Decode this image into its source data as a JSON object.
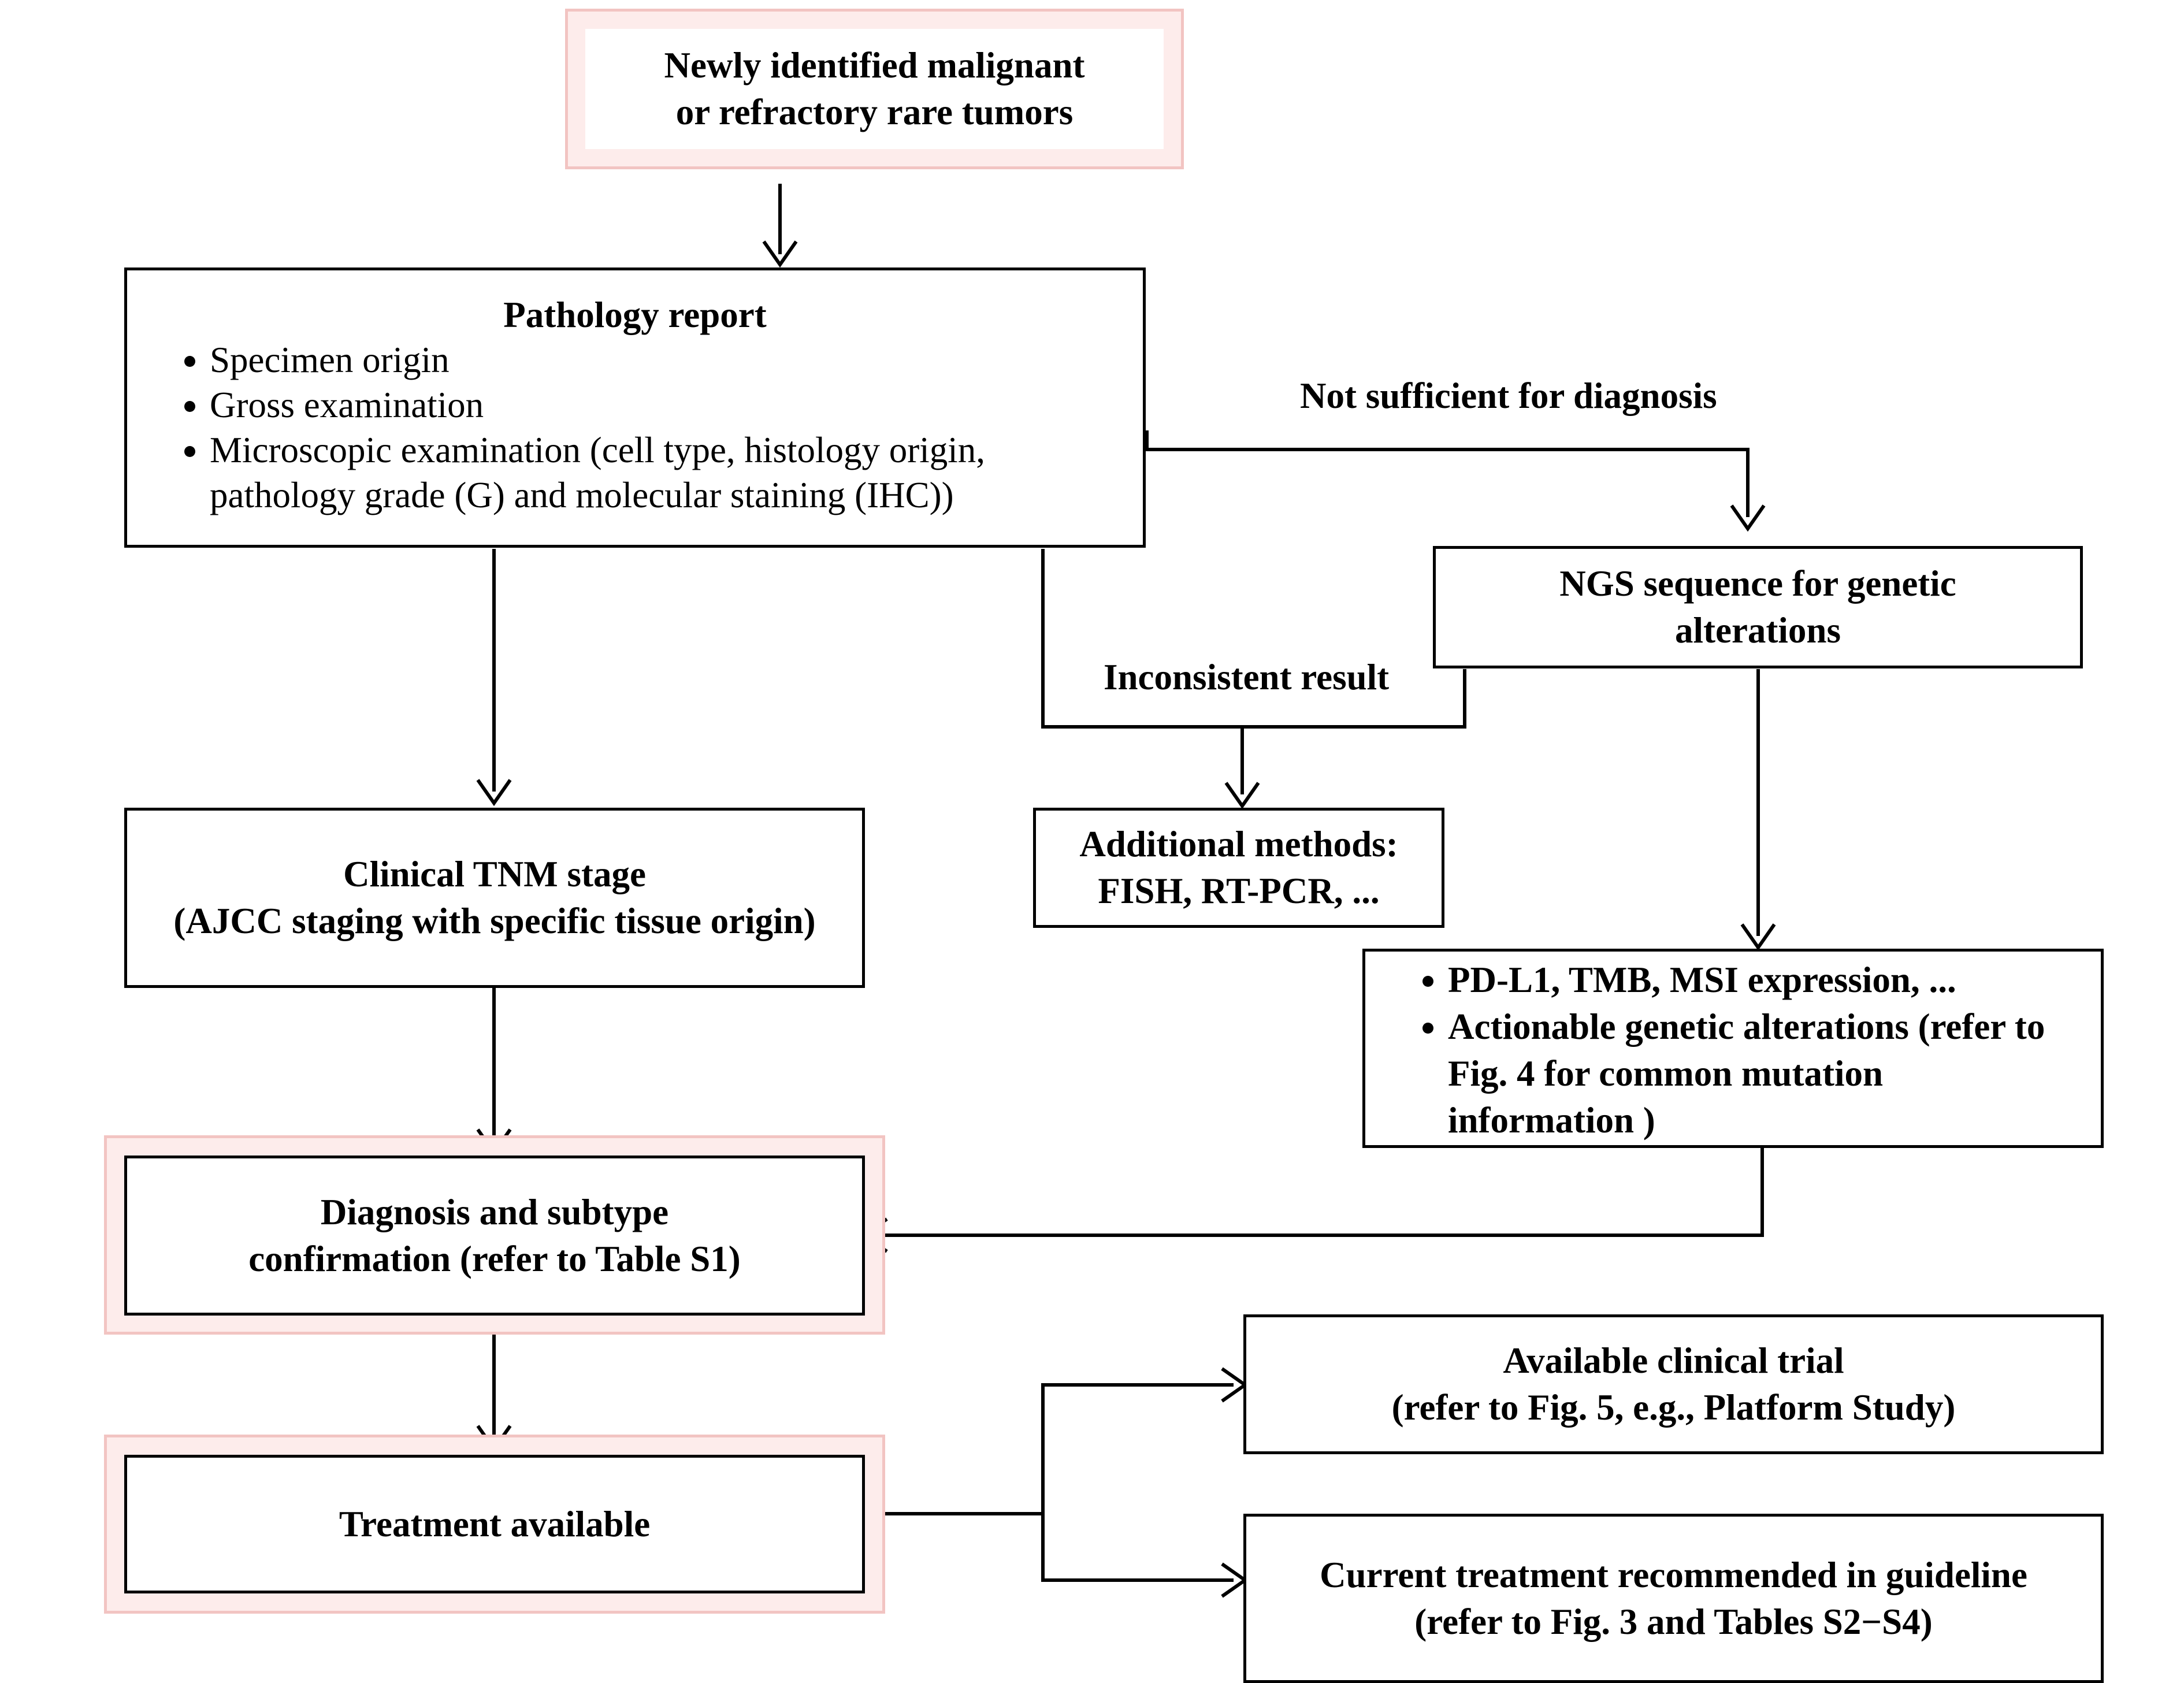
{
  "nodes": {
    "start": {
      "lines": [
        "Newly identified malignant",
        "or refractory rare tumors"
      ]
    },
    "pathology": {
      "title": "Pathology report",
      "items": [
        "Specimen origin",
        "Gross examination",
        "Microscopic examination (cell type, histology origin, pathology grade (G) and molecular staining (IHC))"
      ]
    },
    "ngs": {
      "lines": [
        "NGS sequence for genetic",
        "alterations"
      ]
    },
    "tnm": {
      "lines": [
        "Clinical TNM stage",
        "(AJCC staging with specific tissue origin)"
      ]
    },
    "additional": {
      "lines": [
        "Additional methods:",
        "FISH, RT-PCR, ..."
      ]
    },
    "biomarkers": {
      "items": [
        "PD-L1, TMB, MSI expression, ...",
        "Actionable genetic alterations (refer to Fig. 4 for common mutation information )"
      ]
    },
    "diagnosis": {
      "lines": [
        "Diagnosis and subtype",
        "confirmation (refer to Table S1)"
      ]
    },
    "treatment": {
      "lines": [
        "Treatment available"
      ]
    },
    "trial": {
      "lines": [
        "Available clinical trial",
        "(refer to Fig. 5, e.g., Platform Study)"
      ]
    },
    "guideline": {
      "lines": [
        "Current treatment recommended in guideline",
        "(refer to Fig. 3 and Tables S2−S4)"
      ]
    }
  },
  "edge_labels": {
    "not_sufficient": "Not sufficient for diagnosis",
    "inconsistent": "Inconsistent result"
  },
  "colors": {
    "highlight_fill": "#fdeceb",
    "highlight_border": "#f2c4c2",
    "line": "#000000"
  }
}
